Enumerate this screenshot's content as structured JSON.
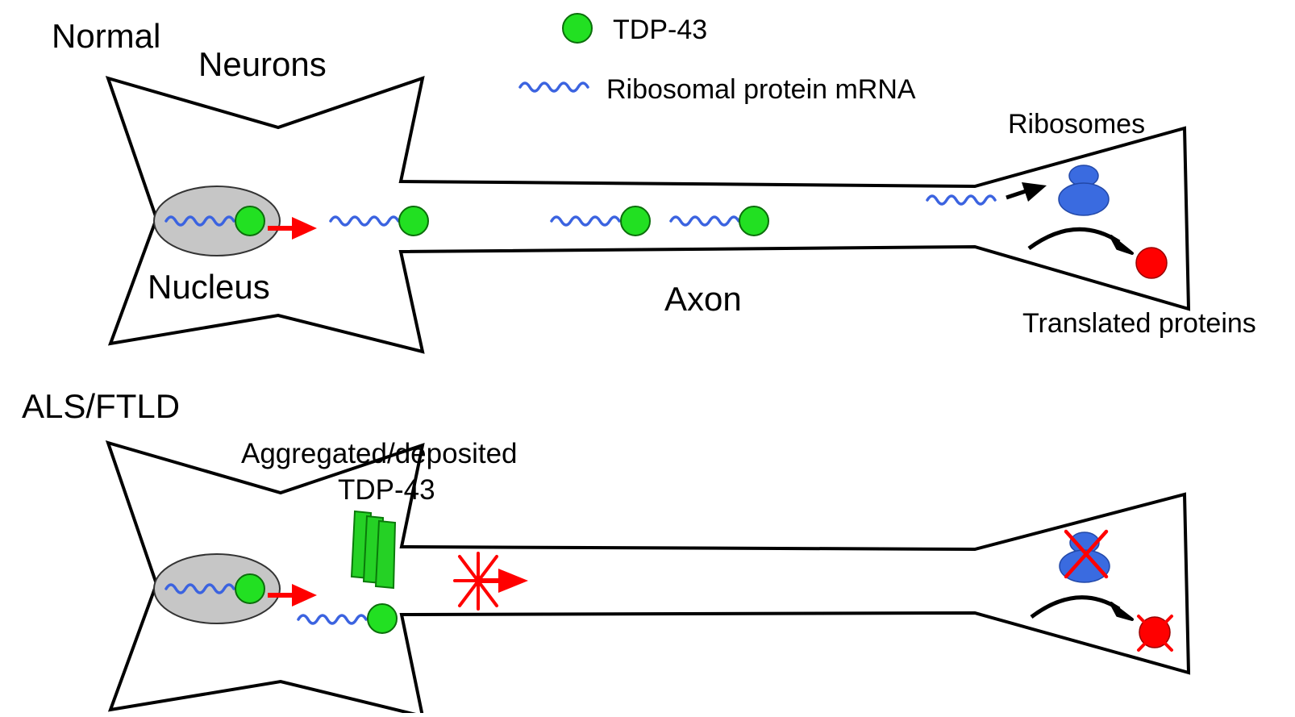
{
  "colors": {
    "tdp43": "#22e022",
    "mrna": "#3b63e0",
    "nucleus": "#c6c6c6",
    "ribosome": "#3a6be0",
    "protein": "#ff0000",
    "transport_arrow": "#ff0000",
    "block_cross": "#ff0000"
  },
  "legend": {
    "tdp43_label": "TDP-43",
    "mrna_label": "Ribosomal protein mRNA"
  },
  "normal": {
    "condition_label": "Normal",
    "neurons_label": "Neurons",
    "nucleus_label": "Nucleus",
    "axon_label": "Axon",
    "ribosomes_label": "Ribosomes",
    "translated_label": "Translated proteins"
  },
  "als": {
    "condition_label": "ALS/FTLD",
    "aggregate_label_line1": "Aggregated/deposited",
    "aggregate_label_line2": "TDP-43"
  },
  "icons": {
    "tdp43": "green-circle",
    "mrna": "blue-wavy-line",
    "ribosome": "blue-two-subunit",
    "protein": "red-circle",
    "transport": "red-arrow",
    "block": "red-asterisk-cross"
  }
}
